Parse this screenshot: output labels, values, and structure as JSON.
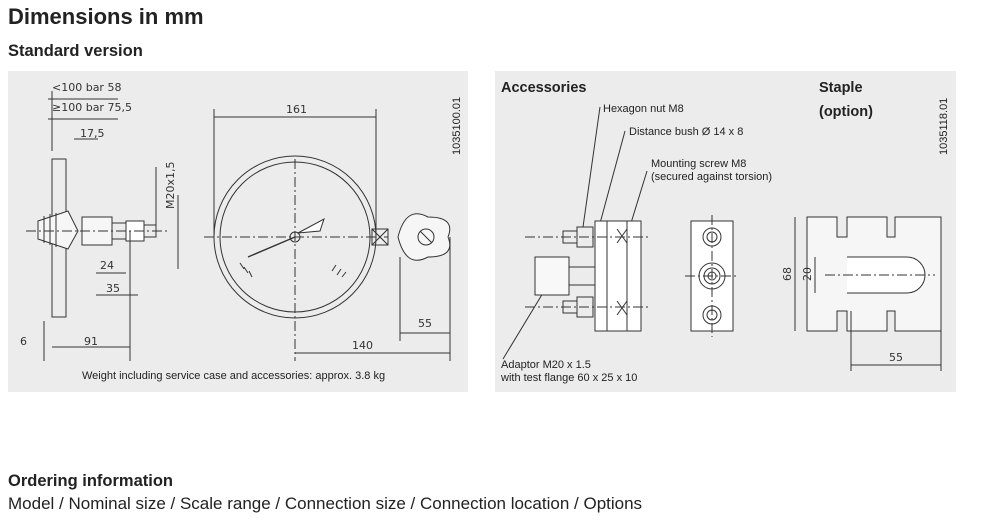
{
  "page": {
    "title": "Dimensions in mm",
    "standard_heading": "Standard version",
    "ordering_heading": "Ordering information",
    "ordering_text": "Model / Nominal size / Scale range / Connection size / Connection location / Options"
  },
  "left_drawing": {
    "doc_number": "1035100.01",
    "dims": {
      "lt100": "<100 bar 58",
      "ge100": "≥100 bar 75,5",
      "d17_5": "17,5",
      "d161": "161",
      "m20": "M20x1,5",
      "d24": "24",
      "d35": "35",
      "d55": "55",
      "d6": "6",
      "d91": "91",
      "d140": "140"
    },
    "caption": "Weight including service case and accessories: approx. 3.8 kg"
  },
  "right_drawing": {
    "doc_number": "1035118.01",
    "accessories_title": "Accessories",
    "staple_title_1": "Staple",
    "staple_title_2": "(option)",
    "hex_nut": "Hexagon nut M8",
    "distance_bush": "Distance bush Ø 14 x 8",
    "mount_screw_1": "Mounting screw M8",
    "mount_screw_2": "(secured against torsion)",
    "adaptor_1": "Adaptor M20 x 1.5",
    "adaptor_2": "with test flange 60 x 25 x 10",
    "d68": "68",
    "d20": "20",
    "d55": "55"
  },
  "colors": {
    "panel": "#ececec",
    "line": "#333333"
  }
}
